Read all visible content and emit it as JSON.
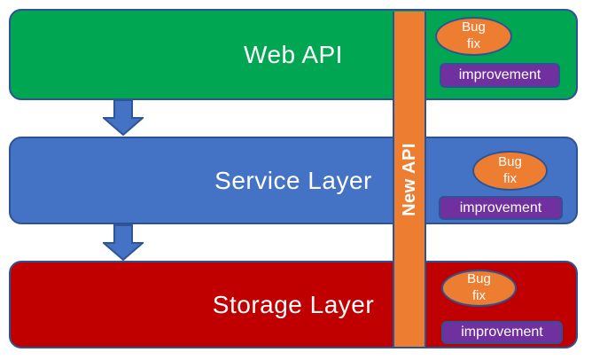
{
  "colors": {
    "background": "#ffffff",
    "shape_border": "#2E5395",
    "web_api_green": "#00A651",
    "service_layer_blue": "#4472C4",
    "storage_layer_red": "#C00000",
    "new_api_orange": "#ED7D31",
    "improvement_purple": "#7030A0",
    "arrow_fill": "#4472C4",
    "text": "#ffffff"
  },
  "layers": [
    {
      "label": "Web API",
      "color": "#00A651",
      "badges": {
        "bug_fix": "Bug fix",
        "improvement": "improvement"
      }
    },
    {
      "label": "Service Layer",
      "color": "#4472C4",
      "badges": {
        "bug_fix": "Bug fix",
        "improvement": "improvement"
      }
    },
    {
      "label": "Storage Layer",
      "color": "#C00000",
      "badges": {
        "bug_fix": "Bug fix",
        "improvement": "improvement"
      }
    }
  ],
  "overlay_bar": {
    "label": "New API",
    "color": "#ED7D31"
  },
  "arrows": {
    "count": 2,
    "direction": "down",
    "color": "#4472C4"
  }
}
